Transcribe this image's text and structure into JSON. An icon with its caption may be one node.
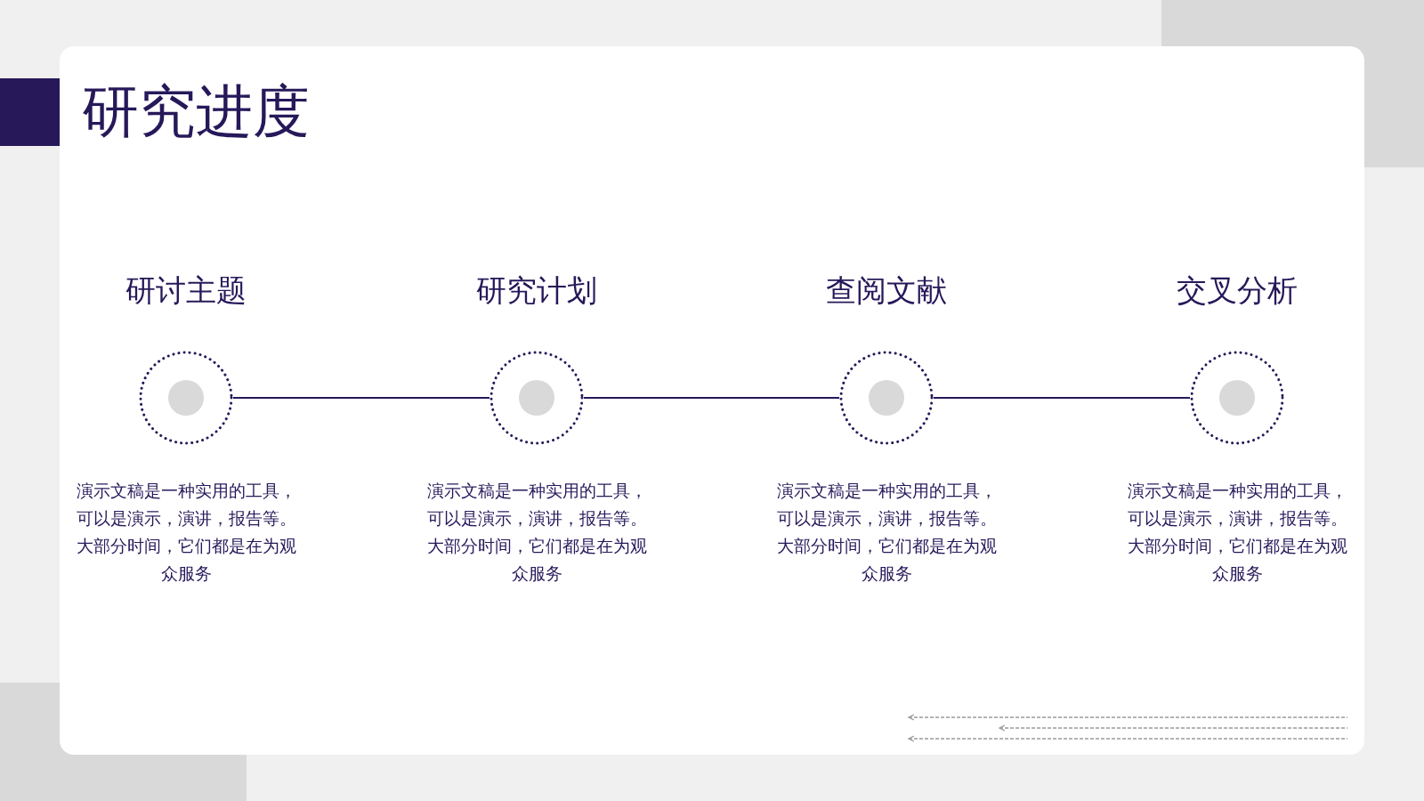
{
  "diagram": {
    "title": "研究进度",
    "nodes": [
      {
        "text": [
          "研讨主题"
        ],
        "beside": [
          "演示文稿是一种实用的工具，可以是演示，演讲，报告等。大部分时间，它们都是在为观众服务"
        ]
      },
      {
        "text": [
          "研究计划"
        ],
        "beside": [
          "演示文稿是一种实用的工具，可以是演示，演讲，报告等。大部分时间，它们都是在为观众服务"
        ]
      },
      {
        "text": [
          "查阅文献"
        ],
        "beside": [
          "演示文稿是一种实用的工具，可以是演示，演讲，报告等。大部分时间，它们都是在为观众服务"
        ]
      },
      {
        "text": [
          "交叉分析"
        ],
        "beside": [
          "演示文稿是一种实用的工具，可以是演示，演讲，报告等。大部分时间，它们都是在为观众服务"
        ]
      }
    ],
    "edges": [
      {
        "from": 0,
        "to": 1,
        "arrow": "none"
      },
      {
        "from": 1,
        "to": 2,
        "arrow": "none"
      },
      {
        "from": 2,
        "to": 3,
        "arrow": "none"
      }
    ]
  }
}
